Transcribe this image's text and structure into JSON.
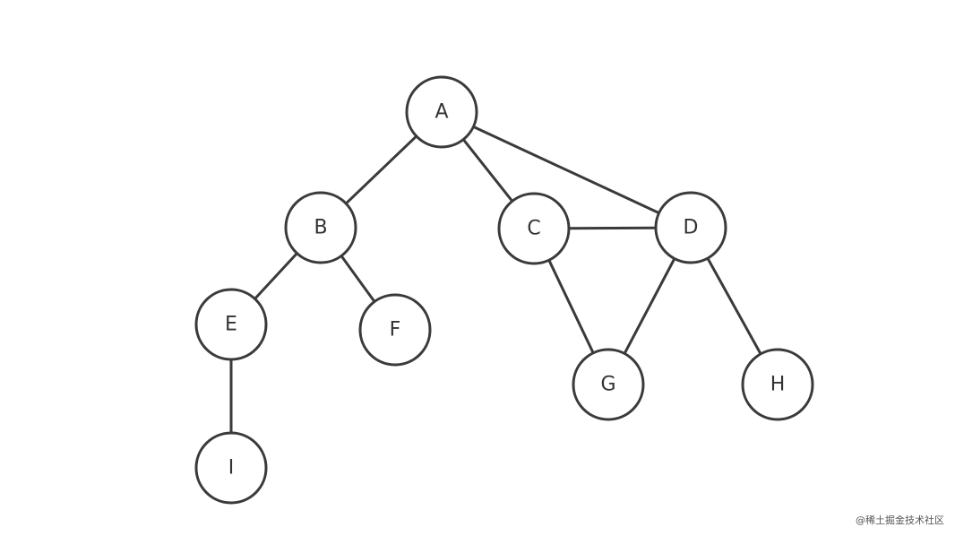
{
  "colors": {
    "stroke": "#3a3a3a",
    "label": "#333333",
    "background": "#ffffff"
  },
  "nodes": [
    {
      "id": "A",
      "label": "A"
    },
    {
      "id": "B",
      "label": "B"
    },
    {
      "id": "C",
      "label": "C"
    },
    {
      "id": "D",
      "label": "D"
    },
    {
      "id": "E",
      "label": "E"
    },
    {
      "id": "F",
      "label": "F"
    },
    {
      "id": "G",
      "label": "G"
    },
    {
      "id": "H",
      "label": "H"
    },
    {
      "id": "I",
      "label": "I"
    }
  ],
  "edges": [
    [
      "A",
      "B"
    ],
    [
      "A",
      "C"
    ],
    [
      "A",
      "D"
    ],
    [
      "B",
      "E"
    ],
    [
      "B",
      "F"
    ],
    [
      "C",
      "D"
    ],
    [
      "C",
      "G"
    ],
    [
      "D",
      "G"
    ],
    [
      "D",
      "H"
    ],
    [
      "E",
      "I"
    ]
  ],
  "watermark": "@稀土掘金技术社区"
}
